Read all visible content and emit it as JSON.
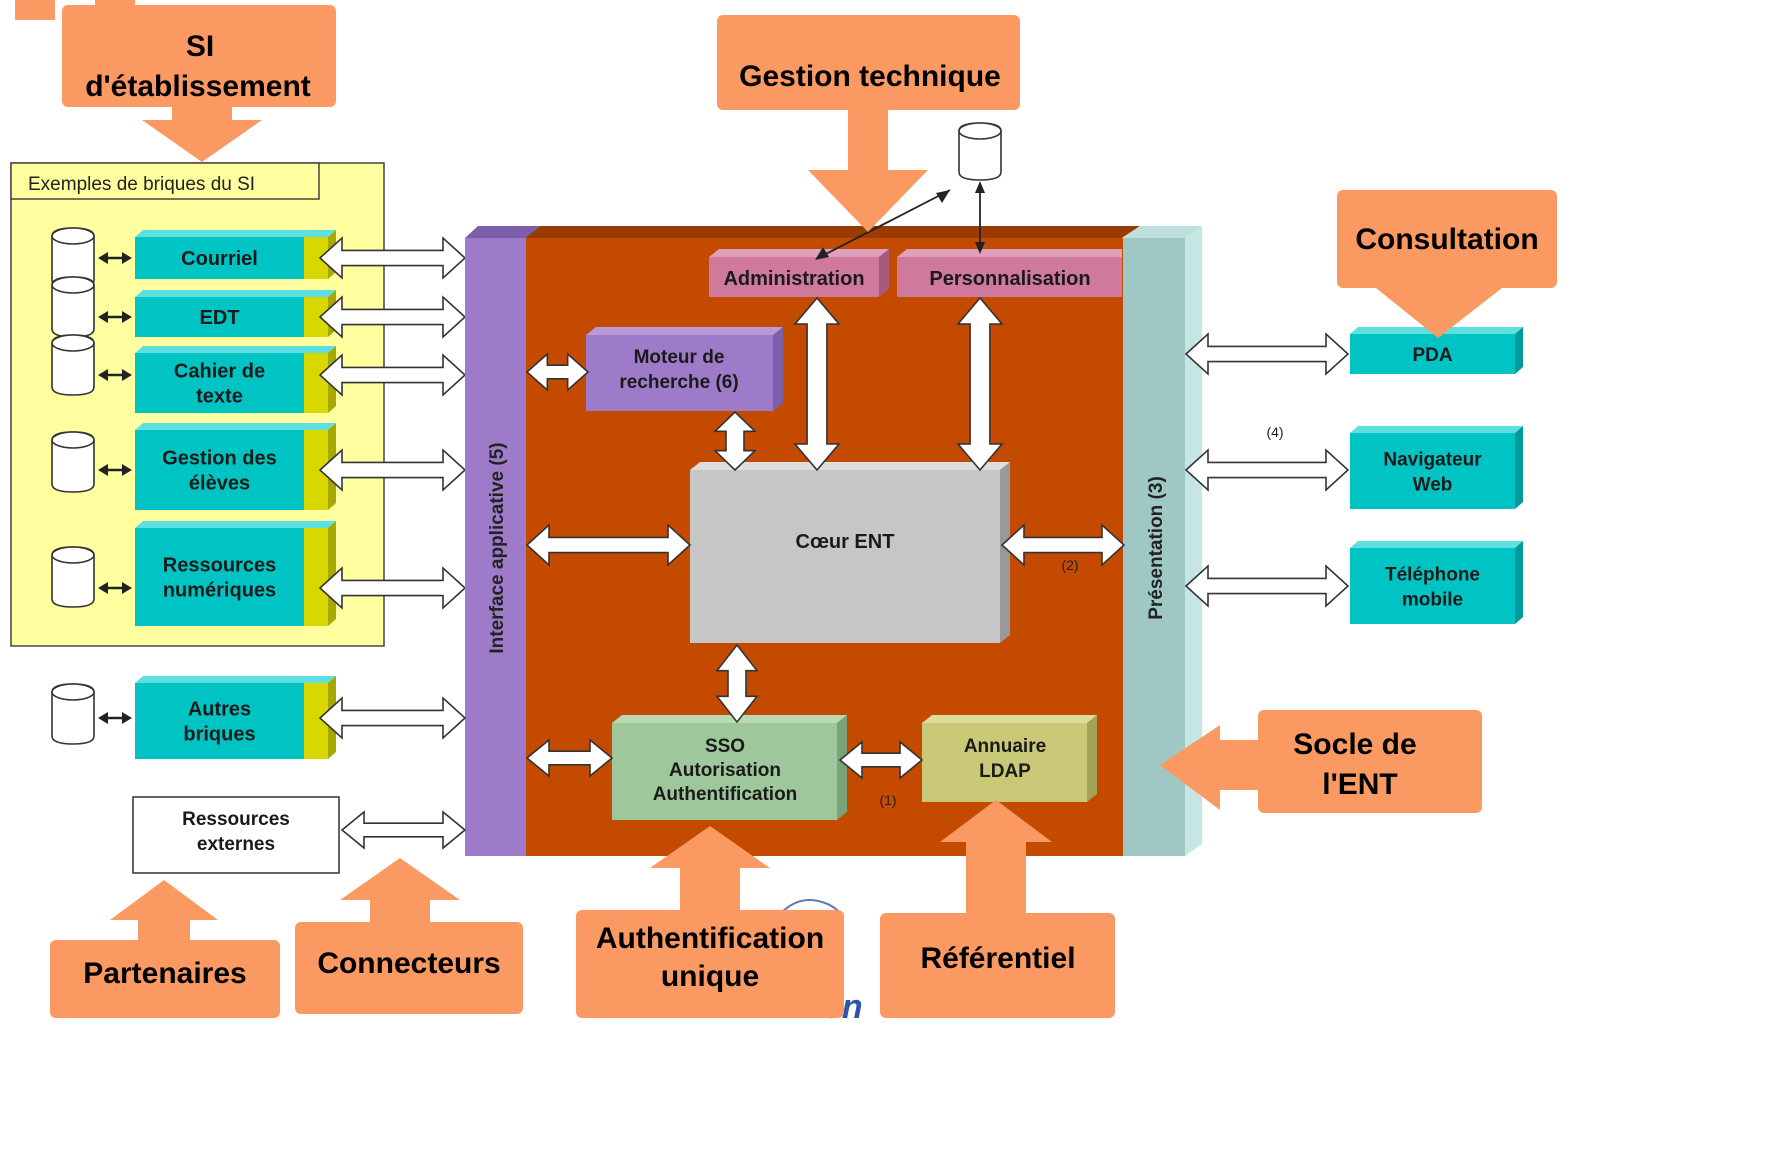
{
  "callouts": {
    "si_etablissement": [
      "SI",
      "d'établissement"
    ],
    "gestion_technique": "Gestion technique",
    "consultation": "Consultation",
    "socle": [
      "Socle de",
      "l'ENT"
    ],
    "partenaires": "Partenaires",
    "connecteurs": "Connecteurs",
    "authentification": [
      "Authentification",
      "unique"
    ],
    "referentiel": "Référentiel"
  },
  "si_panel": {
    "title": "Exemples de briques du SI",
    "bricks": [
      [
        "Courriel"
      ],
      [
        "EDT"
      ],
      [
        "Cahier de",
        "texte"
      ],
      [
        "Gestion des",
        "élèves"
      ],
      [
        "Ressources",
        "numériques"
      ]
    ]
  },
  "other_brick": [
    "Autres",
    "briques"
  ],
  "external": [
    "Ressources",
    "externes"
  ],
  "core": {
    "interface": "Interface applicative (5)",
    "presentation": "Présentation (3)",
    "administration": "Administration",
    "personnalisation": "Personnalisation",
    "moteur": [
      "Moteur de",
      "recherche (6)"
    ],
    "coeur": "Cœur ENT",
    "sso": [
      "SSO",
      "Autorisation",
      "Authentification"
    ],
    "annuaire": [
      "Annuaire",
      "LDAP"
    ],
    "note1": "(1)",
    "note2": "(2)"
  },
  "devices": {
    "pda": [
      "PDA"
    ],
    "navigateur": [
      "Navigateur",
      "Web"
    ],
    "telephone": [
      "Téléphone",
      "mobile"
    ],
    "note4": "(4)"
  },
  "footer_text": "en",
  "colors": {
    "callout": "#fa9a62",
    "si_panel": "#ffffa0",
    "brick": "#00c4c4",
    "brick_side": "#d8d800",
    "core": "#c44a00",
    "interface": "#9e7bc8",
    "presentation": "#9fc8c4",
    "admin": "#cf7a9d",
    "coeur": "#c6c6c6",
    "sso": "#9ec79b",
    "annuaire": "#c8c876"
  }
}
